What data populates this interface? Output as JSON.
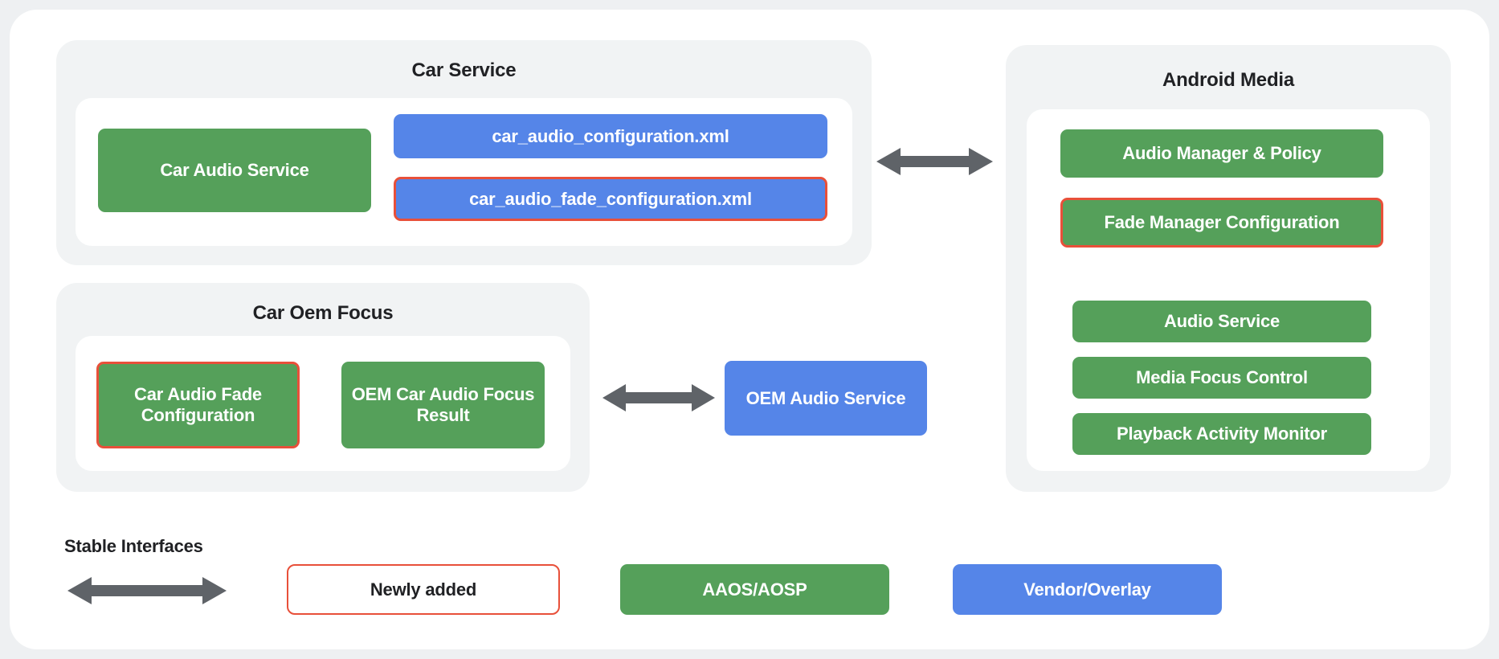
{
  "diagram": {
    "groups": [
      {
        "id": "car-service",
        "title": "Car Service",
        "boxes": [
          {
            "id": "car-audio-service",
            "label": "Car Audio Service",
            "style": "green"
          },
          {
            "id": "car-audio-configuration-xml",
            "label": "car_audio_configuration.xml",
            "style": "blue"
          },
          {
            "id": "car-audio-fade-configuration-xml",
            "label": "car_audio_fade_configuration.xml",
            "style": "blue-outlined"
          }
        ]
      },
      {
        "id": "car-oem-focus",
        "title": "Car Oem Focus",
        "boxes": [
          {
            "id": "car-audio-fade-configuration",
            "label": "Car Audio Fade Configuration",
            "style": "green-outlined"
          },
          {
            "id": "oem-car-audio-focus-result",
            "label": "OEM Car Audio Focus Result",
            "style": "green"
          }
        ]
      },
      {
        "id": "android-media",
        "title": "Android Media",
        "boxes": [
          {
            "id": "audio-manager-policy",
            "label": "Audio Manager & Policy",
            "style": "green"
          },
          {
            "id": "fade-manager-configuration",
            "label": "Fade Manager Configuration",
            "style": "green-outlined"
          },
          {
            "id": "audio-service",
            "label": "Audio Service",
            "style": "green"
          },
          {
            "id": "media-focus-control",
            "label": "Media Focus Control",
            "style": "green"
          },
          {
            "id": "playback-activity-monitor",
            "label": "Playback Activity Monitor",
            "style": "green"
          }
        ]
      }
    ],
    "standalone_boxes": [
      {
        "id": "oem-audio-service",
        "label": "OEM Audio Service",
        "style": "blue"
      }
    ],
    "legend": {
      "title": "Stable Interfaces",
      "items": [
        {
          "id": "newly-added",
          "label": "Newly added",
          "style": "white-outlined"
        },
        {
          "id": "aaos-aosp",
          "label": "AAOS/AOSP",
          "style": "green"
        },
        {
          "id": "vendor-overlay",
          "label": "Vendor/Overlay",
          "style": "blue"
        }
      ]
    },
    "colors": {
      "green": "#55a05a",
      "blue": "#5585e8",
      "outline_red": "#e8503a",
      "arrow_gray": "#5f6368",
      "panel_gray": "#f1f3f4",
      "card_white": "#ffffff",
      "page_background": "#eef0f2",
      "text_dark": "#202124"
    }
  }
}
